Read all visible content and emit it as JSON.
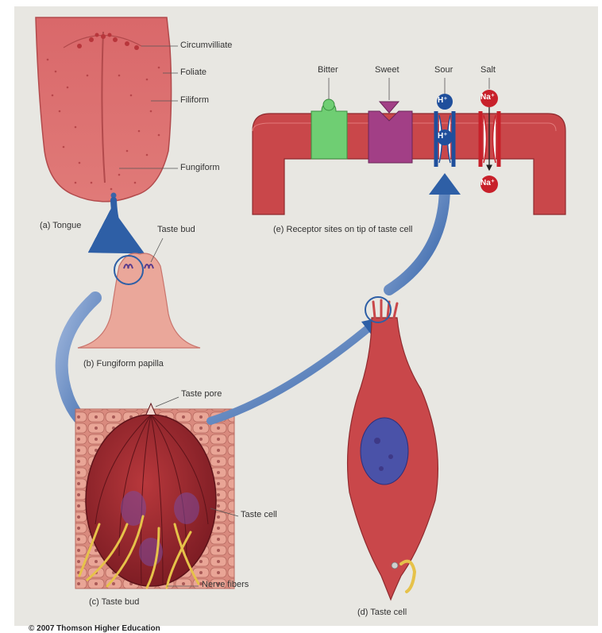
{
  "labels": {
    "circumvalliate": "Circumvilliate",
    "foliate": "Foliate",
    "filiform": "Filiform",
    "fungiform": "Fungiform",
    "tongue": "(a) Tongue",
    "taste_bud_small": "Taste bud",
    "fungiform_papilla": "(b) Fungiform papilla",
    "taste_pore": "Taste pore",
    "taste_cell_label": "Taste cell",
    "nerve_fibers": "Nerve fibers",
    "taste_bud_caption": "(c) Taste bud",
    "taste_cell_caption": "(d) Taste cell",
    "receptor_caption": "(e) Receptor sites on tip of taste cell"
  },
  "receptors": {
    "bitter": "Bitter",
    "sweet": "Sweet",
    "sour": "Sour",
    "salt": "Salt"
  },
  "ions": {
    "h_plus": "H⁺",
    "na_plus": "Na⁺"
  },
  "copyright": "© 2007 Thomson Higher Education",
  "colors": {
    "panel_bg": "#e8e7e2",
    "tissue_red": "#c9474a",
    "bitter_green": "#6fce73",
    "sweet_magenta": "#a23f86",
    "sour_blue": "#1f4f9c",
    "salt_red": "#c8202a",
    "arrow_blue": "#2e5fa6",
    "nerve_yellow": "#e6c24a"
  }
}
